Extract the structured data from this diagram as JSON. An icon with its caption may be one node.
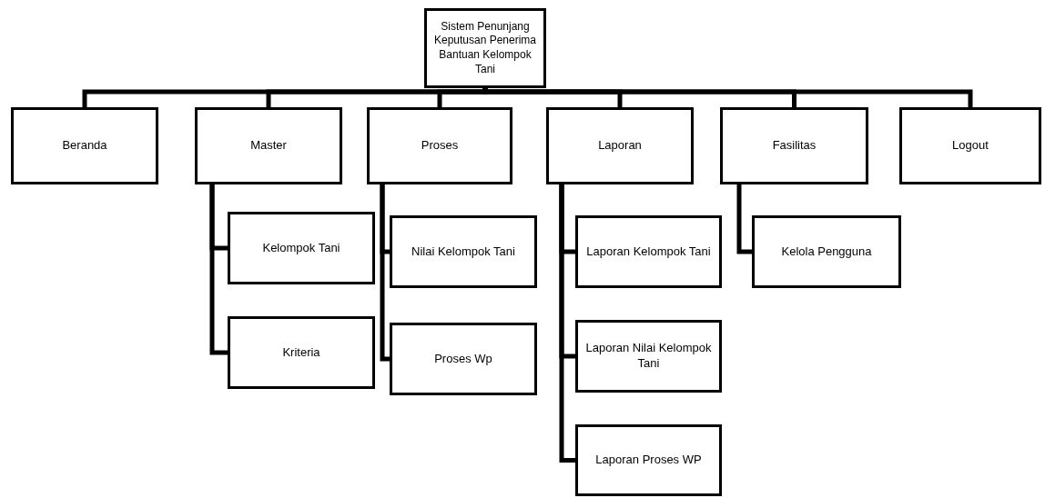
{
  "diagram": {
    "nodes": [
      {
        "text": [
          "Sistem Penunjang Keputusan Penerima Bantuan Kelompok Tani"
        ]
      },
      {
        "text": [
          "Beranda"
        ]
      },
      {
        "text": [
          "Master"
        ]
      },
      {
        "text": [
          "Kelompok Tani"
        ]
      },
      {
        "text": [
          "Kriteria"
        ]
      },
      {
        "text": [
          "Proses"
        ]
      },
      {
        "text": [
          "Nilai Kelompok Tani"
        ]
      },
      {
        "text": [
          "Proses Wp"
        ]
      },
      {
        "text": [
          "Laporan"
        ]
      },
      {
        "text": [
          "Laporan Kelompok Tani"
        ]
      },
      {
        "text": [
          "Laporan Nilai Kelompok Tani"
        ]
      },
      {
        "text": [
          "Laporan Proses WP"
        ]
      },
      {
        "text": [
          "Fasilitas"
        ]
      },
      {
        "text": [
          "Kelola Pengguna"
        ]
      },
      {
        "text": [
          "Logout"
        ]
      }
    ],
    "edges": [
      {
        "from": 0,
        "to": 1,
        "arrow": "none"
      },
      {
        "from": 0,
        "to": 2,
        "arrow": "none"
      },
      {
        "from": 0,
        "to": 5,
        "arrow": "none"
      },
      {
        "from": 0,
        "to": 8,
        "arrow": "none"
      },
      {
        "from": 0,
        "to": 12,
        "arrow": "none"
      },
      {
        "from": 0,
        "to": 14,
        "arrow": "none"
      },
      {
        "from": 2,
        "to": 3,
        "arrow": "none"
      },
      {
        "from": 2,
        "to": 4,
        "arrow": "none"
      },
      {
        "from": 5,
        "to": 6,
        "arrow": "none"
      },
      {
        "from": 5,
        "to": 7,
        "arrow": "none"
      },
      {
        "from": 8,
        "to": 9,
        "arrow": "none"
      },
      {
        "from": 8,
        "to": 10,
        "arrow": "none"
      },
      {
        "from": 8,
        "to": 11,
        "arrow": "none"
      },
      {
        "from": 12,
        "to": 13,
        "arrow": "none"
      }
    ]
  }
}
